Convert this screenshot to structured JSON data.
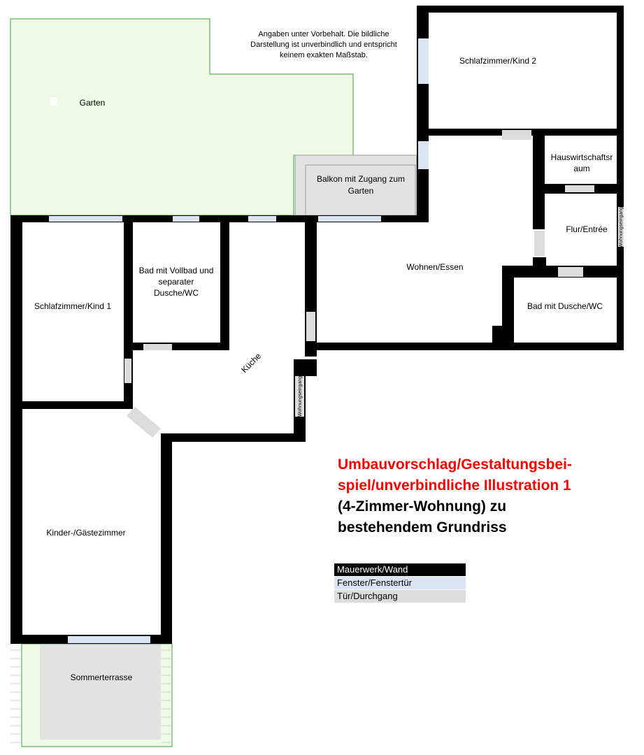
{
  "disclaimer": "Angaben unter Vorbehalt. Die bildliche Darstellung ist unverbindlich und entspricht keinem exakten Maßstab.",
  "headline": {
    "line1": "Umbauvorschlag/Gestaltungsbei-",
    "line2": "spiel/unverbindliche Illustration 1",
    "line3": "(4-Zimmer-Wohnung) zu",
    "line4": "bestehendem Grundriss"
  },
  "legend": {
    "wall": "Mauerwerk/Wand",
    "window": "Fenster/Fenstertür",
    "door": "Tür/Durchgang"
  },
  "rooms": {
    "garten": "Garten",
    "schlafzimmer_kind2": "Schlafzimmer/Kind 2",
    "hauswirtschaft_line1": "Hauswirtschaftsr",
    "hauswirtschaft_line2": "aum",
    "balkon_line1": "Balkon mit Zugang zum",
    "balkon_line2": "Garten",
    "flur": "Flur/Entrée",
    "wohnungseingang_right": "Wohnungseingang",
    "wohnen": "Wohnen/Essen",
    "bad_dusche": "Bad mit Dusche/WC",
    "schlafzimmer_kind1": "Schlafzimmer/Kind 1",
    "bad_vollbad_line1": "Bad mit Vollbad und",
    "bad_vollbad_line2": "separater",
    "bad_vollbad_line3": "Dusche/WC",
    "kueche": "Küche",
    "wohnungseingang_left": "Wohnungseingang",
    "kinder": "Kinder-/Gästezimmer",
    "sommerterrasse": "Sommerterrasse"
  },
  "colors": {
    "wall": "#000000",
    "window": "#dce3f2",
    "door": "#dcdcdc",
    "garden": "#eefae6",
    "garden_border": "#3aa33a",
    "headline_red": "#ff0000"
  }
}
